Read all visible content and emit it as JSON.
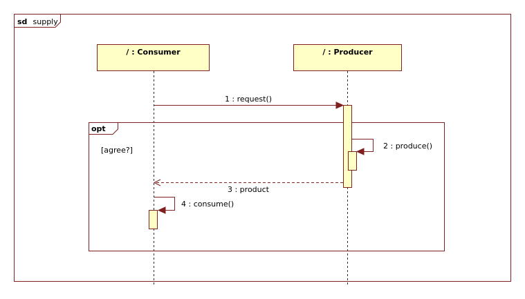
{
  "frame": {
    "keyword": "sd",
    "name": "supply"
  },
  "lifelines": [
    {
      "label": "/ : Consumer"
    },
    {
      "label": "/ : Producer"
    }
  ],
  "fragment": {
    "operator": "opt",
    "guard": "[agree?]"
  },
  "messages": [
    {
      "label": "1 : request()",
      "kind": "synchronous"
    },
    {
      "label": "2 : produce()",
      "kind": "self"
    },
    {
      "label": "3 : product",
      "kind": "reply"
    },
    {
      "label": "4 : consume()",
      "kind": "self"
    }
  ],
  "colors": {
    "border": "#7f1f1f",
    "lifeline_fill": "#ffffc6"
  }
}
